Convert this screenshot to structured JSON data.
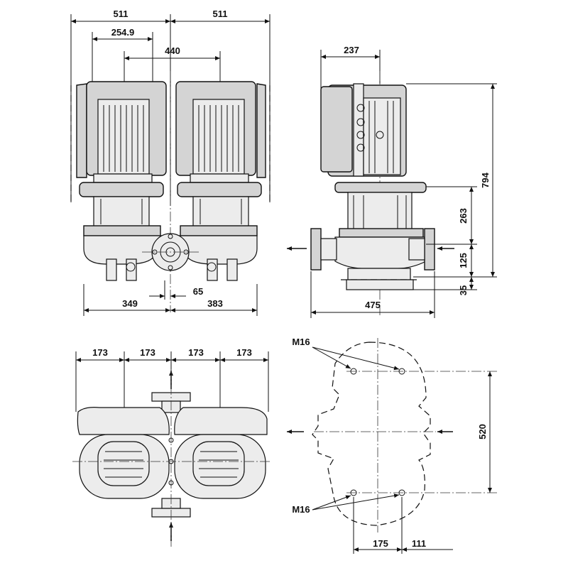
{
  "drawing": {
    "front_view": {
      "dims": {
        "top_left_width": "511",
        "top_right_width": "511",
        "offset": "254.9",
        "center_distance": "440",
        "pipe_offset": "65",
        "left_base": "349",
        "right_base": "383"
      }
    },
    "side_view": {
      "dims": {
        "top_depth": "237",
        "total_height": "794",
        "flange_height": "263",
        "base_height": "125",
        "foot_height": "35",
        "base_width": "475"
      }
    },
    "top_view": {
      "dims": {
        "d1": "173",
        "d2": "173",
        "d3": "173",
        "d4": "173"
      }
    },
    "base_plan": {
      "bolt_label_top": "M16",
      "bolt_label_bottom": "M16",
      "dims": {
        "vertical_spacing": "520",
        "horizontal_spacing": "175",
        "edge_offset": "111"
      }
    }
  }
}
